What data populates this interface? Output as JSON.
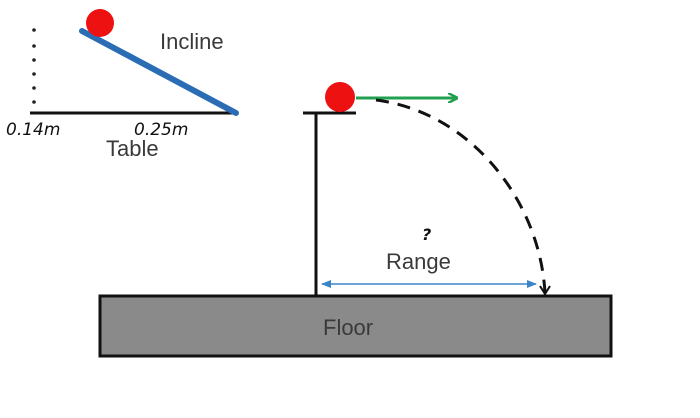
{
  "labels": {
    "incline": "Incline",
    "table": "Table",
    "range": "Range",
    "floor": "Floor"
  },
  "annotations": {
    "incline_height": "0.14m",
    "incline_length": "0.25m",
    "unknown_range": "?"
  },
  "colors": {
    "ball": "#ee1111",
    "incline": "#2a6db5",
    "velocity_arrow": "#22a050",
    "range_arrow": "#3a85c8",
    "floor_fill": "#8a8a8a",
    "outline": "#111111"
  }
}
